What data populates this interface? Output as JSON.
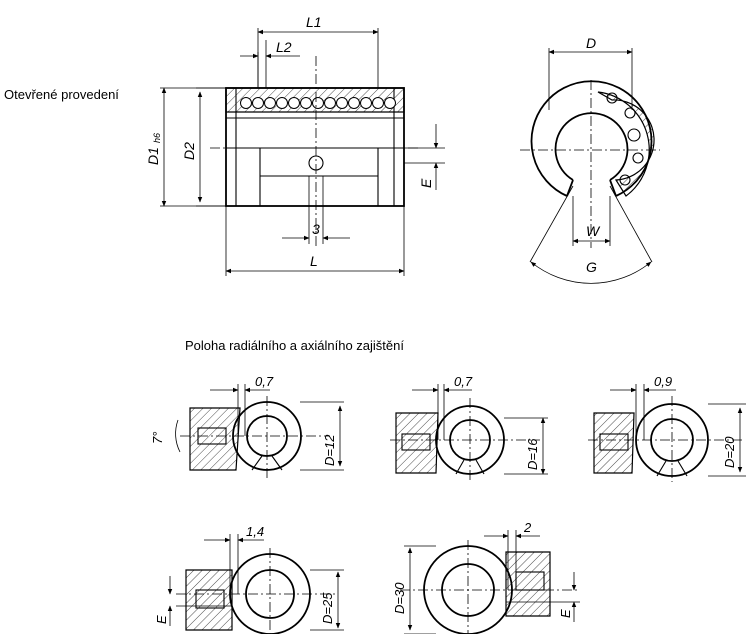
{
  "labels": {
    "open_version": "Otevřené provedení",
    "lock_position": "Poloha radiálního a axiálního zajištění"
  },
  "main_dims": {
    "L1": "L1",
    "L2": "L2",
    "D1": "D1",
    "D1_tol": "h6",
    "D2": "D2",
    "E": "E",
    "three": "3",
    "L": "L"
  },
  "end_view_dims": {
    "D": "D",
    "W": "W",
    "G": "G"
  },
  "details": [
    {
      "offset": "0,7",
      "diameter": "D=12",
      "angle": "7°"
    },
    {
      "offset": "0,7",
      "diameter": "D=16"
    },
    {
      "offset": "0,9",
      "diameter": "D=20"
    },
    {
      "offset": "1,4",
      "diameter": "D=25",
      "e_label": "E"
    },
    {
      "offset": "2",
      "diameter": "D=30",
      "e_label": "E"
    }
  ]
}
